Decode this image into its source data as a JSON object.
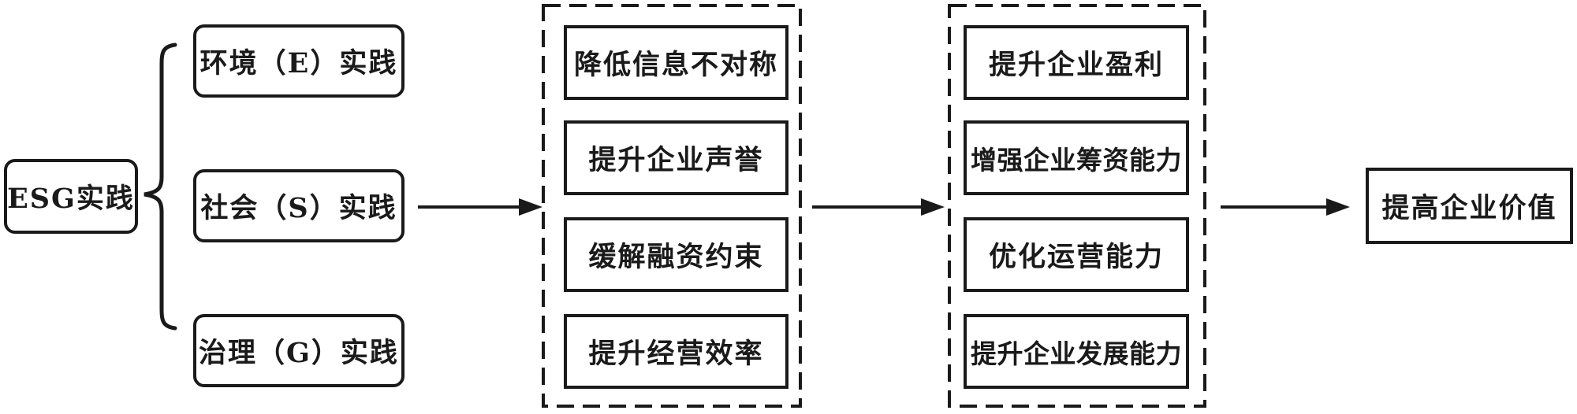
{
  "colors": {
    "line": "#1a1a1a",
    "background": "#ffffff"
  },
  "root_node": {
    "label": "ESG实践"
  },
  "practice_nodes": {
    "items": [
      {
        "label": "环境（E）实践"
      },
      {
        "label": "社会（S）实践"
      },
      {
        "label": "治理（G）实践"
      }
    ]
  },
  "mechanism_nodes": {
    "items": [
      {
        "label": "降低信息不对称"
      },
      {
        "label": "提升企业声誉"
      },
      {
        "label": "缓解融资约束"
      },
      {
        "label": "提升经营效率"
      }
    ]
  },
  "capability_nodes": {
    "items": [
      {
        "label": "提升企业盈利"
      },
      {
        "label": "增强企业筹资能力"
      },
      {
        "label": "优化运营能力"
      },
      {
        "label": "提升企业发展能力"
      }
    ]
  },
  "outcome_node": {
    "label": "提高企业价值"
  }
}
